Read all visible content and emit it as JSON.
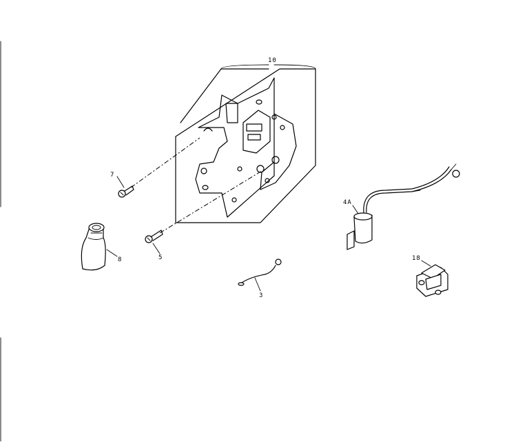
{
  "callouts": {
    "bracket_assembly": "10",
    "screw_7": "7",
    "screw_5": "5",
    "bulb": "8",
    "wire": "3",
    "capacitor": "4A",
    "switch": "18"
  }
}
